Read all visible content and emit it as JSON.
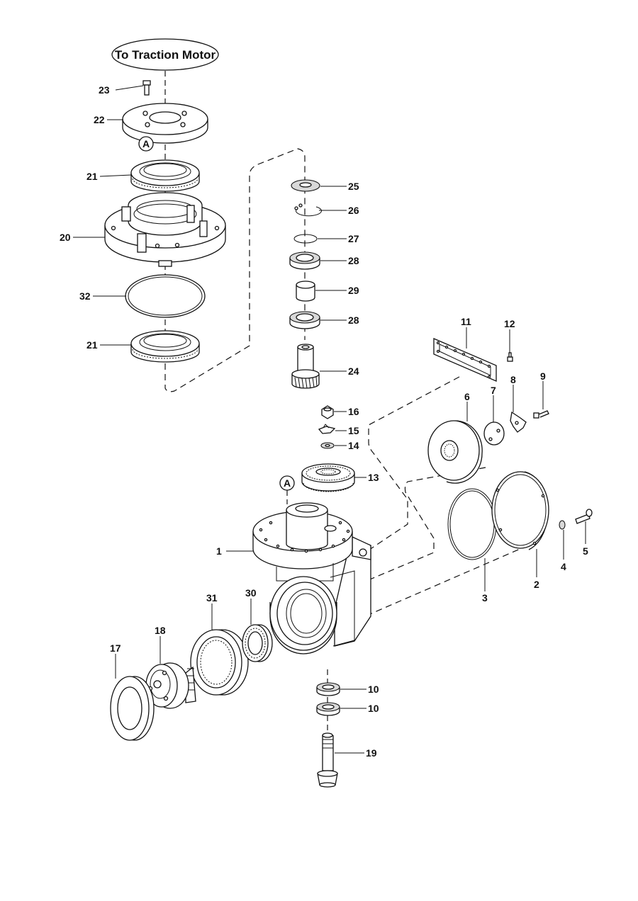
{
  "header_bubble": {
    "text": "To Traction Motor"
  },
  "reference_marks": [
    "A",
    "A"
  ],
  "callouts": {
    "c1": "1",
    "c2": "2",
    "c3": "3",
    "c4": "4",
    "c5": "5",
    "c6": "6",
    "c7": "7",
    "c8": "8",
    "c9": "9",
    "c10a": "10",
    "c10b": "10",
    "c11": "11",
    "c12": "12",
    "c13": "13",
    "c14": "14",
    "c15": "15",
    "c16": "16",
    "c17": "17",
    "c18": "18",
    "c19": "19",
    "c20": "20",
    "c21a": "21",
    "c21b": "21",
    "c22": "22",
    "c23": "23",
    "c24": "24",
    "c25": "25",
    "c26": "26",
    "c27": "27",
    "c28a": "28",
    "c28b": "28",
    "c29": "29",
    "c30": "30",
    "c31": "31",
    "c32": "32"
  }
}
